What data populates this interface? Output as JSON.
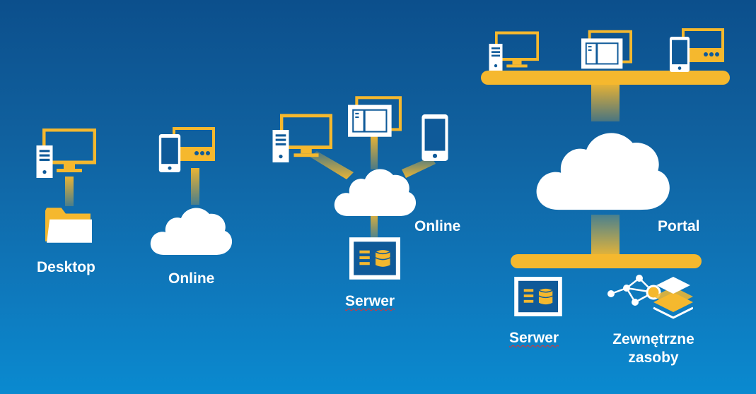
{
  "labels": {
    "desktop": "Desktop",
    "online_1": "Online",
    "online_2": "Online",
    "serwer_1": "Serwer",
    "portal": "Portal",
    "serwer_2": "Serwer",
    "external_line1": "Zewnętrzne",
    "external_line2": "zasoby"
  },
  "colors": {
    "accent": "#f5b82e",
    "icon_white": "#ffffff",
    "background_top": "#0c4f8c",
    "background_bottom": "#0a8ad0"
  }
}
